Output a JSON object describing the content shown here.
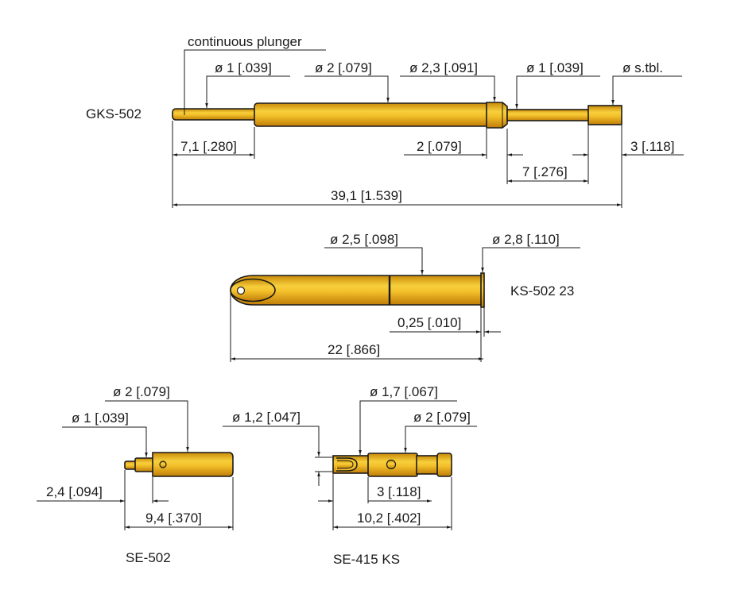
{
  "colors": {
    "gold_light": "#f7cc3a",
    "gold_mid": "#e8a812",
    "gold_dark": "#c4850a",
    "line": "#1a1a1a",
    "background": "#ffffff"
  },
  "gks502": {
    "name": "GKS-502",
    "callout_plunger": "continuous plunger",
    "dia_tip": "ø 1 [.039]",
    "dia_body": "ø 2 [.079]",
    "dia_collar": "ø 2,3 [.091]",
    "dia_plunger": "ø 1 [.039]",
    "dia_end": "ø s.tbl.",
    "len_tip": "7,1 [.280]",
    "len_collar": "2 [.079]",
    "len_plunger": "7 [.276]",
    "len_end": "3 [.118]",
    "len_total": "39,1 [1.539]"
  },
  "ks502_23": {
    "name": "KS-502 23",
    "dia_body": "ø 2,5 [.098]",
    "dia_flange": "ø 2,8 [.110]",
    "len_flange": "0,25 [.010]",
    "len_total": "22 [.866]"
  },
  "se502": {
    "name": "SE-502",
    "dia_body": "ø 2 [.079]",
    "dia_tip": "ø 1 [.039]",
    "len_tip": "2,4 [.094]",
    "len_total": "9,4 [.370]"
  },
  "se415ks": {
    "name": "SE-415 KS",
    "dia_cup": "ø 1,2 [.047]",
    "dia_front": "ø 1,7 [.067]",
    "dia_body": "ø 2 [.079]",
    "len_front": "3 [.118]",
    "len_total": "10,2 [.402]"
  }
}
